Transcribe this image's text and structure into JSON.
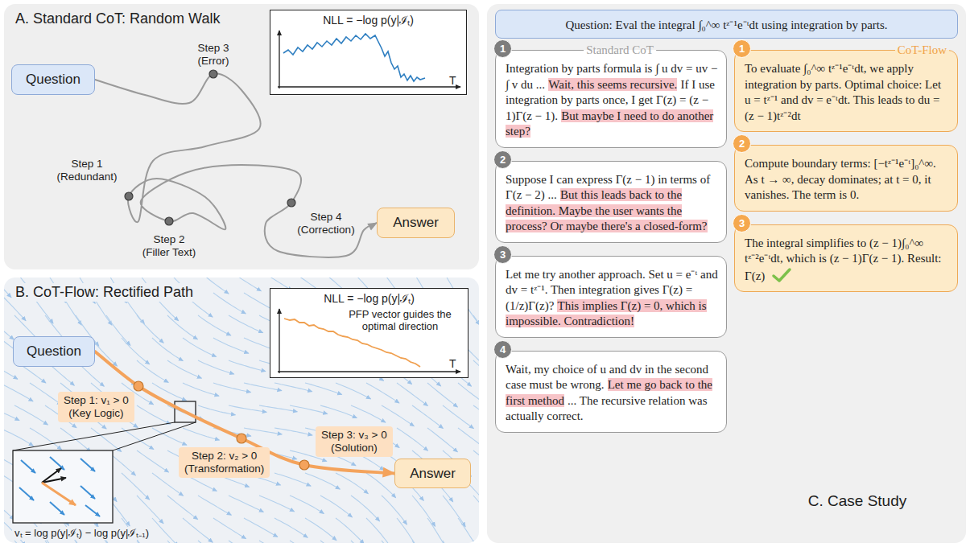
{
  "diagram": {
    "nodes": [
      {
        "text": [
          "A. Standard CoT: Random Walk"
        ]
      },
      {
        "text": [
          "NLL = −log p(y|ℐₜ)",
          "T"
        ],
        "in": 0
      },
      {
        "text": [
          "Question"
        ],
        "in": 0
      },
      {
        "text": [
          "Answer"
        ],
        "in": 0
      },
      {
        "text": [
          "B. CoT-Flow: Rectified Path"
        ]
      },
      {
        "text": [
          "NLL = −log p(y|ℐₜ)",
          "PFP vector guides the optimal direction",
          "T"
        ],
        "in": 4
      },
      {
        "text": [
          "Question"
        ],
        "in": 4
      },
      {
        "text": [
          "Step 1: v₁ > 0",
          "(Key Logic)"
        ],
        "in": 4
      },
      {
        "text": [
          "Step 2: v₂ > 0",
          "(Transformation)"
        ],
        "in": 4
      },
      {
        "text": [
          "Step 3: v₃ > 0",
          "(Solution)"
        ],
        "in": 4
      },
      {
        "text": [
          "Answer"
        ],
        "in": 4
      },
      {
        "text": [
          "C. Case Study"
        ]
      },
      {
        "text": [
          "Question: Eval the integral ∫₀^∞ tᶻ⁻¹e⁻ᵗdt using integration by parts."
        ],
        "in": 11
      },
      {
        "text": [
          "Integration by parts formula is ∫ u dv = uv − ∫ v du ...",
          "Wait, this seems recursive.",
          "If I use integration by parts once, I get Γ(z) = (z − 1)Γ(z − 1).",
          "But maybe I need to do another step?"
        ],
        "in": 11
      },
      {
        "text": [
          "1"
        ],
        "in": 13
      },
      {
        "text": [
          "Suppose I can express Γ(z − 1) in terms of Γ(z − 2) ...",
          "But this leads back to the definition. Maybe the user wants the process? Or maybe there's a closed-form?"
        ],
        "in": 11
      },
      {
        "text": [
          "2"
        ],
        "in": 15
      },
      {
        "text": [
          "Let me try another approach. Set u = e⁻ᵗ and dv = tᶻ⁻¹. Then integration gives Γ(z) = (1/z)Γ(z)?",
          "This implies Γ(z) = 0, which is impossible. Contradiction!"
        ],
        "in": 11
      },
      {
        "text": [
          "3"
        ],
        "in": 17
      },
      {
        "text": [
          "Wait, my choice of u and dv in the second case must be wrong.",
          "Let me go back to the first method",
          "... The recursive relation was actually correct."
        ],
        "in": 11
      },
      {
        "text": [
          "4"
        ],
        "in": 19
      },
      {
        "text": [
          "To evaluate ∫₀^∞ tᶻ⁻¹e⁻ᵗdt, we apply integration by parts. Optimal choice: Let u = tᶻ⁻¹ and dv = e⁻ᵗdt. This leads to du = (z − 1)tᶻ⁻²dt"
        ],
        "in": 11
      },
      {
        "text": [
          "1"
        ],
        "in": 21
      },
      {
        "text": [
          "Compute boundary terms: [−tᶻ⁻¹e⁻ᵗ]₀^∞. As t → ∞, decay dominates; at t = 0, it vanishes. The term is 0."
        ],
        "in": 11
      },
      {
        "text": [
          "2"
        ],
        "in": 23
      },
      {
        "text": [
          "The integral simplifies to (z − 1)∫₀^∞ tᶻ⁻²e⁻ᵗdt, which is (z − 1)Γ(z − 1). Result: Γ(z)"
        ],
        "in": 11
      },
      {
        "text": [
          "3"
        ],
        "in": 25
      }
    ],
    "edges": [
      {
        "from": 2,
        "to": 3,
        "arrow": "to"
      },
      {
        "from": 6,
        "to": 10,
        "arrow": "to"
      }
    ],
    "labels": [
      "Step 3 (Error)",
      "Step 1 (Redundant)",
      "Step 2 (Filler Text)",
      "Step 4 (Correction)",
      "vₜ = log p(y|ℐₜ) − log p(y|ℐₜ₋₁)",
      "Standard CoT",
      "CoT-Flow"
    ]
  }
}
